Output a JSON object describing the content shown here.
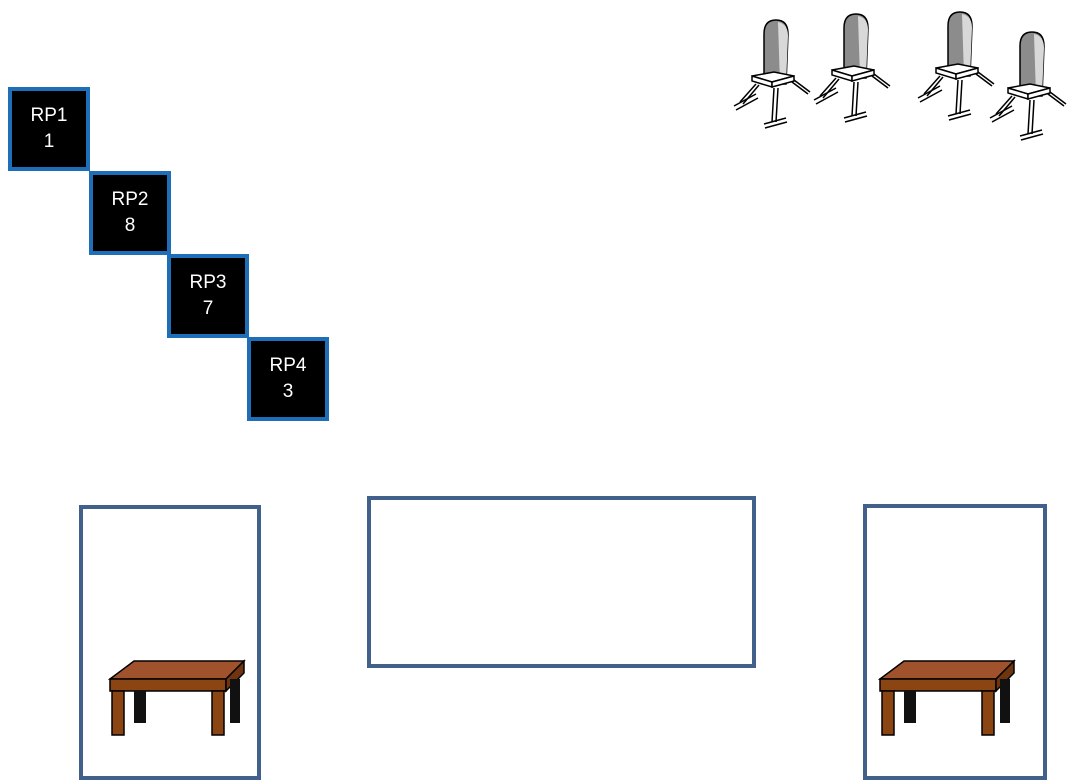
{
  "ref_points": [
    {
      "label": "RP1",
      "value": "1"
    },
    {
      "label": "RP2",
      "value": "8"
    },
    {
      "label": "RP3",
      "value": "7"
    },
    {
      "label": "RP4",
      "value": "3"
    }
  ],
  "colors": {
    "rp_fill": "#000000",
    "rp_border": "#1f6fb8",
    "rp_text": "#ffffff",
    "frame_border": "#41608a",
    "table_wood": "#8b4513",
    "table_top": "#a0522d",
    "chair_back": "#8c8c8c"
  },
  "icons": {
    "chairs": "chair-group-icon",
    "table": "table-icon"
  }
}
